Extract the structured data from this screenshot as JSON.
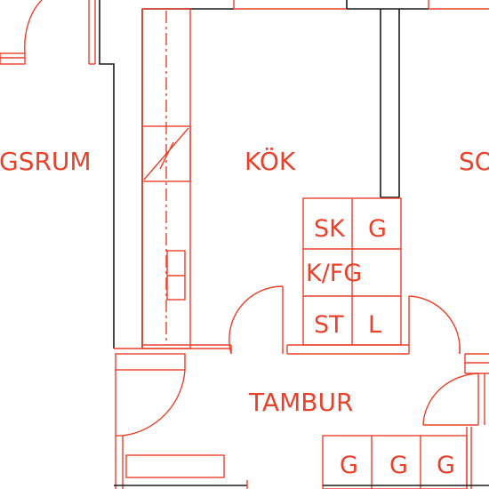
{
  "rooms": {
    "vardagsrum": "GSRUM",
    "kok": "KÖK",
    "right_room": "SO",
    "tambur": "TAMBUR"
  },
  "kitchen_units": {
    "sk": "SK",
    "g": "G",
    "kfg": "K/FG",
    "st": "ST",
    "l": "L"
  },
  "tambur_closets": {
    "g1": "G",
    "g2": "G",
    "g3": "G"
  },
  "colors": {
    "plan_lines": "#e8412c",
    "walls": "#1a1a1a",
    "background": "#ffffff"
  }
}
